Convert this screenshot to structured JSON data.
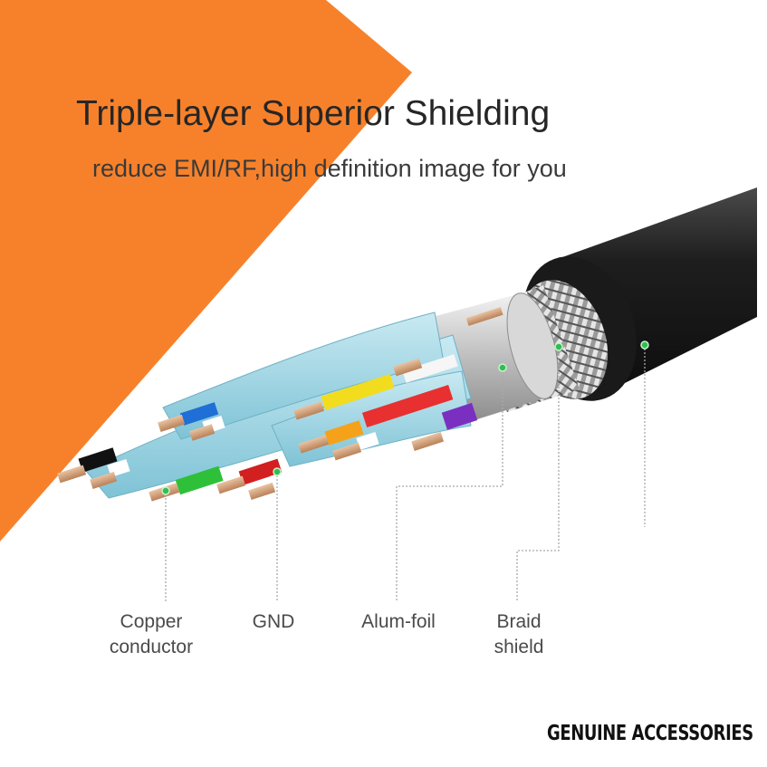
{
  "banner": {
    "headline": "Triple-layer Superior Shielding",
    "subheadline": "reduce EMI/RF,high definition image for you",
    "accent_color": "#f7812a"
  },
  "callouts": [
    {
      "id": "copper",
      "line1": "Copper",
      "line2": "conductor"
    },
    {
      "id": "gnd",
      "line1": "GND",
      "line2": ""
    },
    {
      "id": "alum-foil",
      "line1": "Alum-foil",
      "line2": ""
    },
    {
      "id": "braid",
      "line1": "Braid",
      "line2": "shield"
    }
  ],
  "marker_color": "#2fbf4f",
  "footer": {
    "brand_text": "GENUINE ACCESSORIES"
  }
}
